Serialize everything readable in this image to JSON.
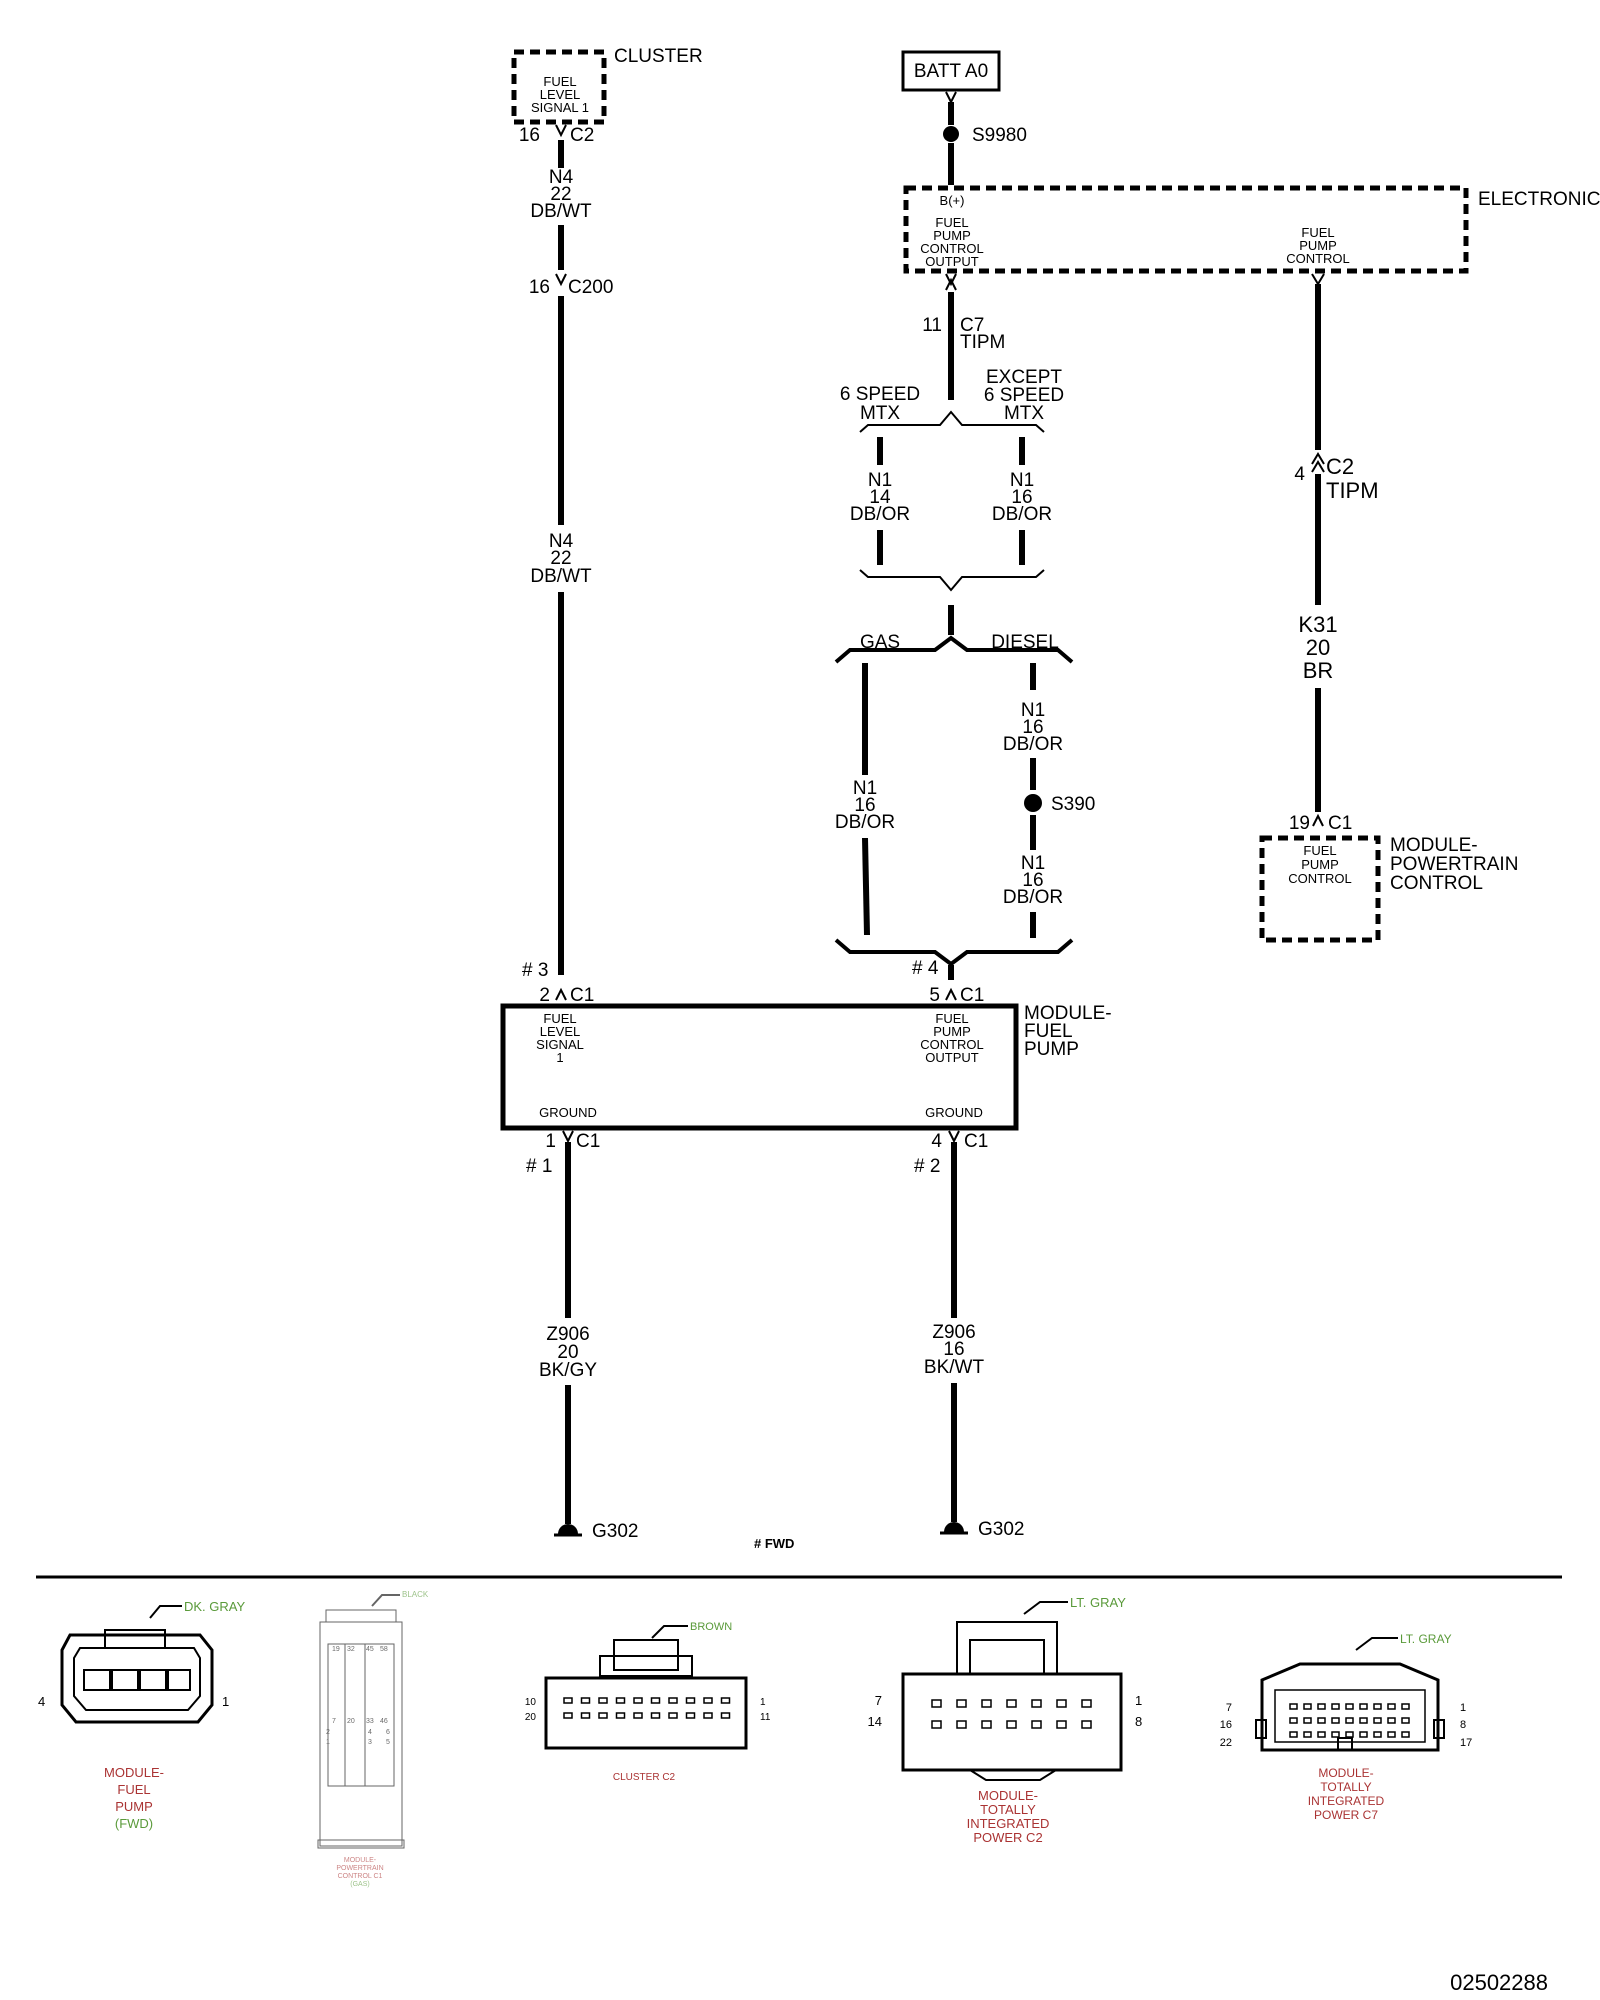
{
  "components": {
    "cluster": {
      "name": "CLUSTER",
      "pin_label": [
        "FUEL",
        "LEVEL",
        "SIGNAL 1"
      ],
      "pin": "16",
      "connector": "C2"
    },
    "batt": {
      "label": "BATT A0"
    },
    "splice_s9980": "S9980",
    "electronic": {
      "name": "ELECTRONIC",
      "b_plus": "B(+)",
      "output_label": [
        "FUEL",
        "PUMP",
        "CONTROL",
        "OUTPUT"
      ],
      "control_label": [
        "FUEL",
        "PUMP",
        "CONTROL"
      ]
    },
    "c7": {
      "pin": "11",
      "connector": "C7",
      "sub": "TIPM"
    },
    "c2_tipm": {
      "pin": "4",
      "connector": "C2",
      "sub": "TIPM"
    },
    "c200": {
      "pin": "16",
      "connector": "C200"
    },
    "pcm": {
      "name": [
        "MODULE-",
        "POWERTRAIN",
        "CONTROL"
      ],
      "pin": "19",
      "connector": "C1",
      "pin_label": [
        "FUEL",
        "PUMP",
        "CONTROL"
      ]
    },
    "fuel_pump_module": {
      "name": [
        "MODULE-",
        "FUEL",
        "PUMP"
      ],
      "left_label": [
        "FUEL",
        "LEVEL",
        "SIGNAL",
        "1"
      ],
      "right_label": [
        "FUEL",
        "PUMP",
        "CONTROL",
        "OUTPUT"
      ],
      "ground_left": "GROUND",
      "ground_right": "GROUND",
      "pin_top_left": "2",
      "pin_top_right": "5",
      "pin_bot_left": "1",
      "pin_bot_right": "4",
      "connector": "C1",
      "note_top_left": "# 3",
      "note_top_right": "# 4",
      "note_bot_left": "# 1",
      "note_bot_right": "# 2"
    },
    "s390": "S390",
    "g302_left": "G302",
    "g302_right": "G302",
    "fwd_note": "# FWD"
  },
  "wires": {
    "n4_top": [
      "N4",
      "22",
      "DB/WT"
    ],
    "n4_mid": [
      "N4",
      "22",
      "DB/WT"
    ],
    "n1_6spd": [
      "N1",
      "14",
      "DB/OR"
    ],
    "n1_except": [
      "N1",
      "16",
      "DB/OR"
    ],
    "n1_gas": [
      "N1",
      "16",
      "DB/OR"
    ],
    "n1_diesel_a": [
      "N1",
      "16",
      "DB/OR"
    ],
    "n1_diesel_b": [
      "N1",
      "16",
      "DB/OR"
    ],
    "k31": [
      "K31",
      "20",
      "BR"
    ],
    "z906_left": [
      "Z906",
      "20",
      "BK/GY"
    ],
    "z906_right": [
      "Z906",
      "16",
      "BK/WT"
    ]
  },
  "branches": {
    "six_speed": [
      "6 SPEED",
      "MTX"
    ],
    "except_six": [
      "EXCEPT",
      "6 SPEED",
      "MTX"
    ],
    "gas": "GAS",
    "diesel": "DIESEL"
  },
  "connector_views": [
    {
      "color": "DK. GRAY",
      "name": [
        "MODULE-",
        "FUEL",
        "PUMP",
        "(FWD)"
      ],
      "pins": [
        "4",
        "1"
      ]
    },
    {
      "color": "BLACK",
      "name": [
        "MODULE-",
        "POWERTRAIN",
        "CONTROL C1",
        "(GAS)"
      ],
      "pins": [
        "19",
        "32",
        "45",
        "58",
        "7",
        "20",
        "33",
        "46",
        "2",
        "4",
        "6",
        "1",
        "3",
        "5"
      ]
    },
    {
      "color": "BROWN",
      "name": [
        "CLUSTER C2"
      ],
      "pins": [
        "10",
        "20",
        "1",
        "11"
      ]
    },
    {
      "color": "LT. GRAY",
      "name": [
        "MODULE-",
        "TOTALLY",
        "INTEGRATED",
        "POWER C2"
      ],
      "pins": [
        "7",
        "14",
        "1",
        "8"
      ]
    },
    {
      "color": "LT. GRAY",
      "name": [
        "MODULE-",
        "TOTALLY",
        "INTEGRATED",
        "POWER C7"
      ],
      "pins": [
        "7",
        "16",
        "22",
        "1",
        "8",
        "17"
      ]
    }
  ],
  "figure_id": "02502288"
}
